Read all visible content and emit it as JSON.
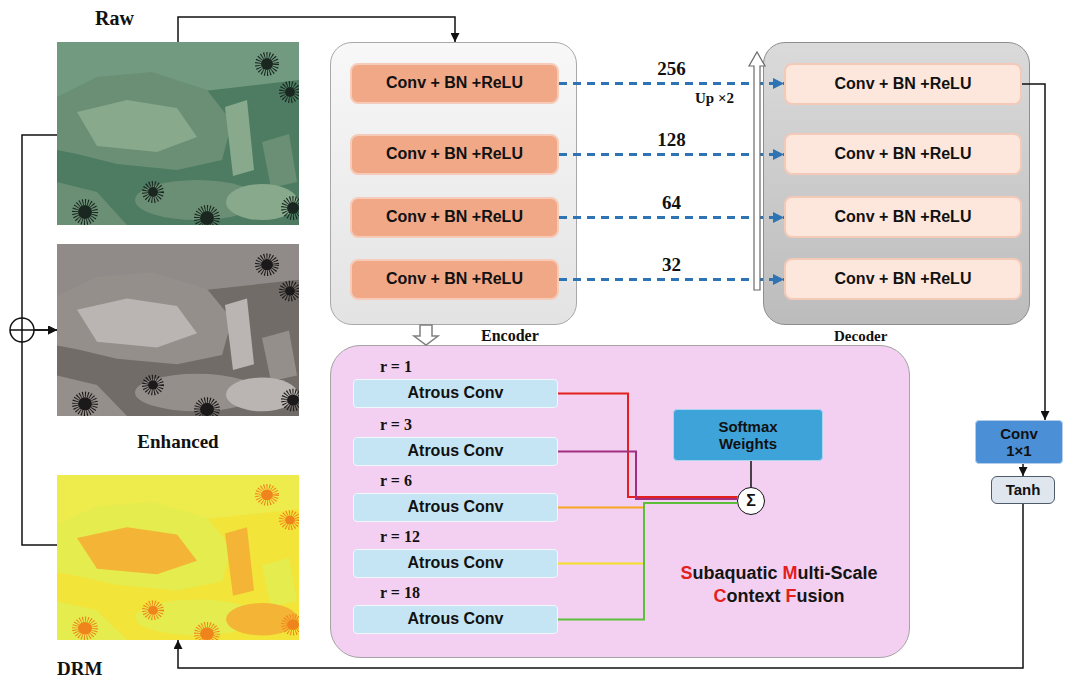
{
  "diagram": {
    "nodes": [
      {
        "text": [
          "Raw"
        ]
      },
      {
        "text": [
          "Enhanced"
        ]
      },
      {
        "text": [
          "DRM"
        ]
      },
      {
        "text": [
          "Encoder"
        ]
      },
      {
        "text": [
          "Conv + BN +ReLU"
        ],
        "in": 3
      },
      {
        "text": [
          "Conv + BN +ReLU"
        ],
        "in": 3
      },
      {
        "text": [
          "Conv + BN +ReLU"
        ],
        "in": 3
      },
      {
        "text": [
          "Conv + BN +ReLU"
        ],
        "in": 3
      },
      {
        "text": [
          "Decoder"
        ]
      },
      {
        "text": [
          "Conv + BN +ReLU"
        ],
        "in": 8
      },
      {
        "text": [
          "Conv + BN +ReLU"
        ],
        "in": 8
      },
      {
        "text": [
          "Conv + BN +ReLU"
        ],
        "in": 8
      },
      {
        "text": [
          "Conv + BN +ReLU"
        ],
        "in": 8
      },
      {
        "text": [
          "Subaquatic Multi-Scale Context Fusion"
        ]
      },
      {
        "text": [
          "r = 1",
          "Atrous Conv"
        ],
        "in": 13
      },
      {
        "text": [
          "r = 3",
          "Atrous Conv"
        ],
        "in": 13
      },
      {
        "text": [
          "r = 6",
          "Atrous Conv"
        ],
        "in": 13
      },
      {
        "text": [
          "r = 12",
          "Atrous Conv"
        ],
        "in": 13
      },
      {
        "text": [
          "r = 18",
          "Atrous Conv"
        ],
        "in": 13
      },
      {
        "text": [
          "Softmax Weights"
        ],
        "in": 13
      },
      {
        "text": [
          "Σ"
        ],
        "in": 13
      },
      {
        "text": [
          "Conv 1×1"
        ]
      },
      {
        "text": [
          "Tanh"
        ]
      }
    ],
    "edges": [
      {
        "from": 0,
        "to": 3,
        "arrow": "to"
      },
      {
        "from": 0,
        "to": 1,
        "arrow": "to"
      },
      {
        "from": 2,
        "to": 1,
        "arrow": "to"
      },
      {
        "from": 4,
        "to": 9,
        "arrow": "to",
        "label": "256"
      },
      {
        "from": 5,
        "to": 10,
        "arrow": "to",
        "label": "128"
      },
      {
        "from": 6,
        "to": 11,
        "arrow": "to",
        "label": "64"
      },
      {
        "from": 7,
        "to": 12,
        "arrow": "to",
        "label": "32"
      },
      {
        "from": 3,
        "to": 13,
        "arrow": "to"
      },
      {
        "from": 14,
        "to": 20,
        "arrow": "none"
      },
      {
        "from": 15,
        "to": 20,
        "arrow": "none"
      },
      {
        "from": 16,
        "to": 20,
        "arrow": "none"
      },
      {
        "from": 17,
        "to": 20,
        "arrow": "none"
      },
      {
        "from": 18,
        "to": 20,
        "arrow": "none"
      },
      {
        "from": 19,
        "to": 20,
        "arrow": "none"
      },
      {
        "from": 9,
        "to": 21,
        "arrow": "to"
      },
      {
        "from": 21,
        "to": 22,
        "arrow": "to"
      },
      {
        "from": 22,
        "to": 2,
        "arrow": "to"
      }
    ],
    "labels": [
      "Up ×2"
    ]
  }
}
